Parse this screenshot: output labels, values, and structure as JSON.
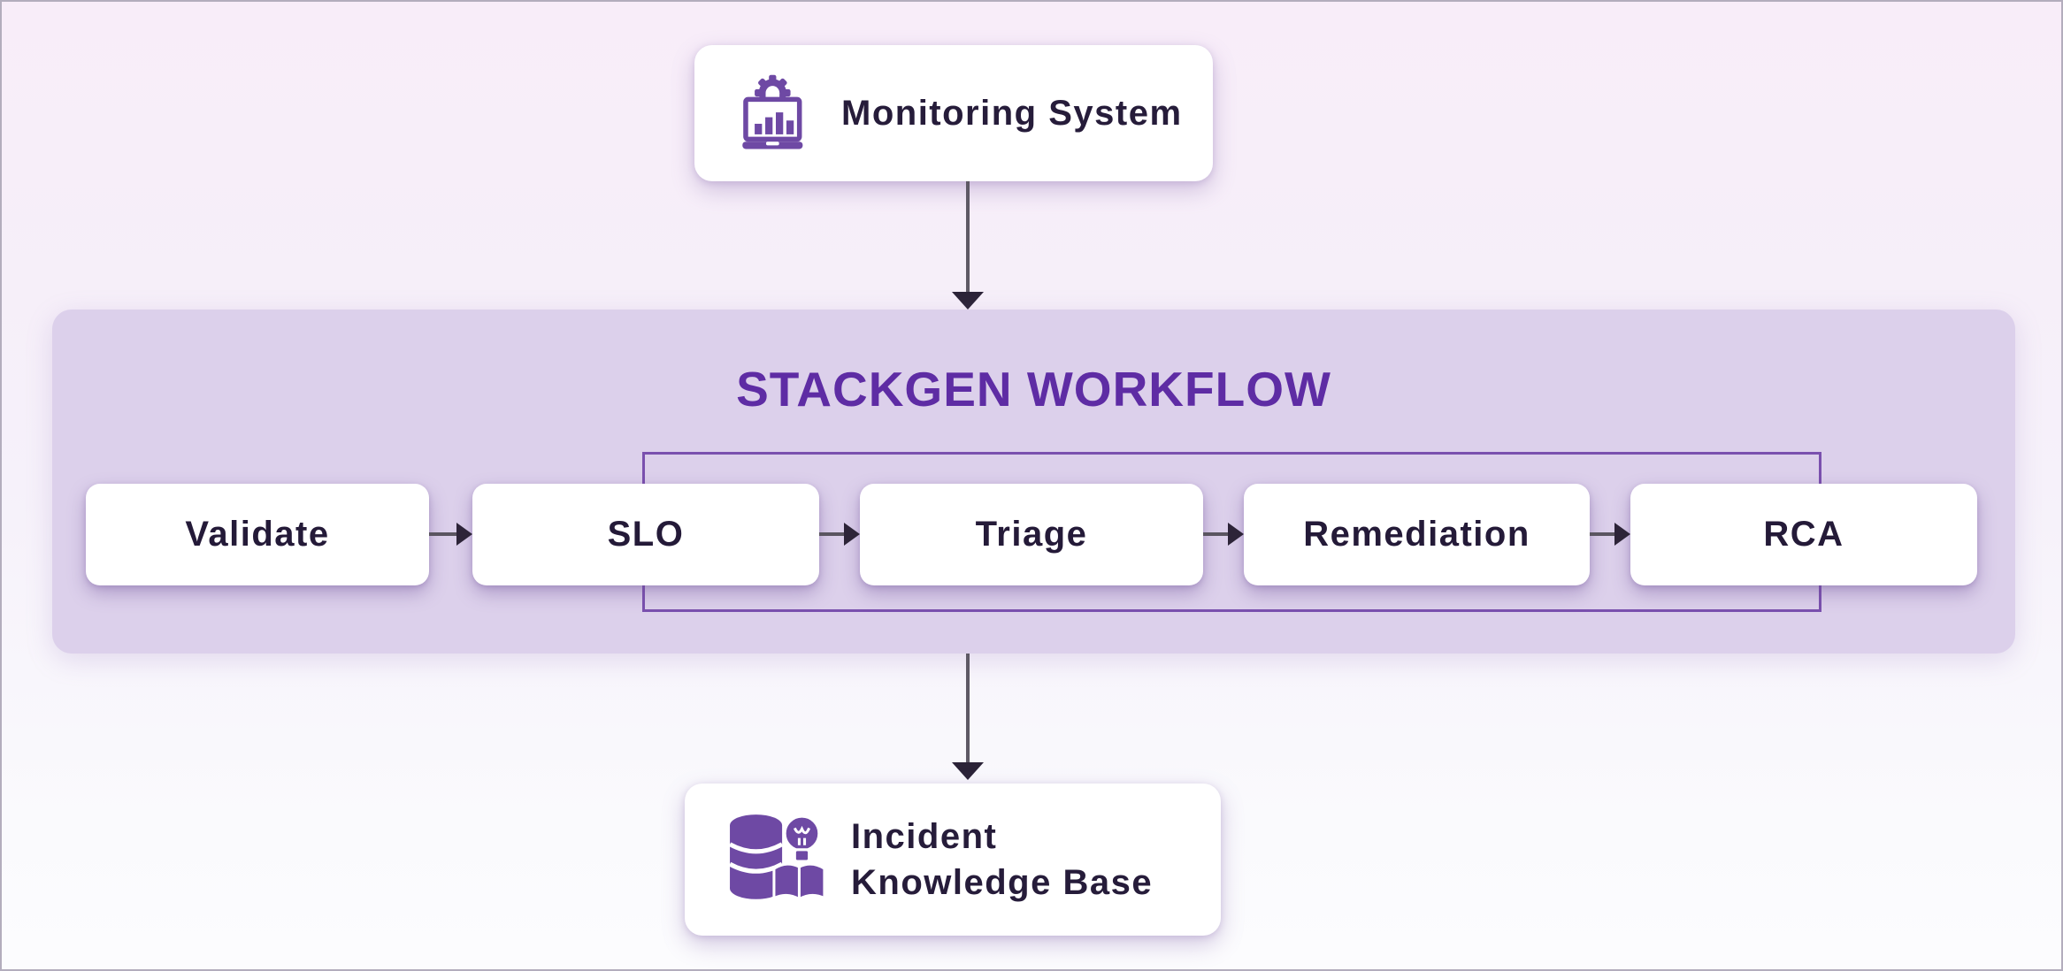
{
  "diagram": {
    "monitoring": {
      "label": "Monitoring System",
      "icon": "monitoring-dashboard-gear-icon"
    },
    "workflow": {
      "title": "STACKGEN WORKFLOW",
      "steps": [
        {
          "label": "Validate"
        },
        {
          "label": "SLO"
        },
        {
          "label": "Triage"
        },
        {
          "label": "Remediation"
        },
        {
          "label": "RCA"
        }
      ],
      "loop_group_steps": [
        "SLO",
        "Triage",
        "Remediation",
        "RCA"
      ]
    },
    "knowledge_base": {
      "label_line1": "Incident",
      "label_line2": "Knowledge Base",
      "icon": "database-lightbulb-book-icon"
    },
    "colors": {
      "page_background_top": "#f8edf9",
      "page_background_bottom": "#fcfcfe",
      "page_border": "#b3adbd",
      "workflow_container": "#dcd0eb",
      "workflow_title_text": "#5e2ca4",
      "inner_group_border": "#7a50ae",
      "node_background": "#ffffff",
      "node_text": "#261c3a",
      "icon_purple": "#6e49a4",
      "arrow_stem": "#5e5965",
      "arrow_head": "#2b2337"
    }
  }
}
